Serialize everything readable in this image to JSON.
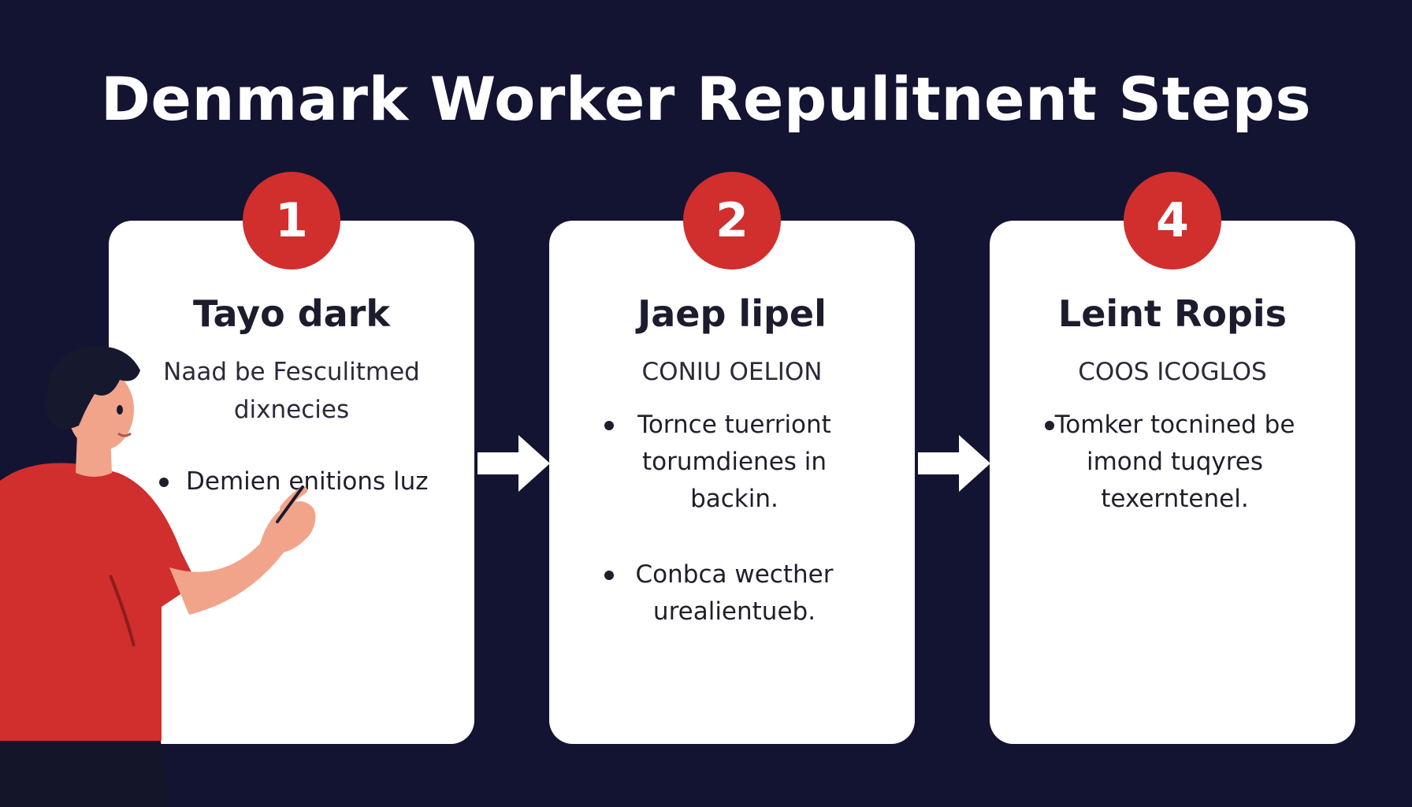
{
  "title": "Denmark Worker Repulitnent Steps",
  "colors": {
    "background": "#131432",
    "accent": "#d12e2e",
    "card": "#ffffff",
    "text": "#1c1c2e"
  },
  "steps": [
    {
      "number": "1",
      "heading": "Tayo dark",
      "subtitle": "Naad be Fesculitmed dixnecies",
      "bullets": [
        "Demien enitions luz"
      ]
    },
    {
      "number": "2",
      "heading": "Jaep lipel",
      "subtitle": "CONIU OELION",
      "bullets": [
        "Tornce tuerriont torumdienes in backin.",
        "Conbca wecther urealientueb."
      ]
    },
    {
      "number": "4",
      "heading": "Leint Ropis",
      "subtitle": "COOS ICOGLOS",
      "bullets": [
        "Tomker tocnined be imond tuqyres texerntenel."
      ]
    }
  ],
  "icons": {
    "arrow": "arrow-right-icon",
    "illustration": "presenter-person-illustration"
  }
}
